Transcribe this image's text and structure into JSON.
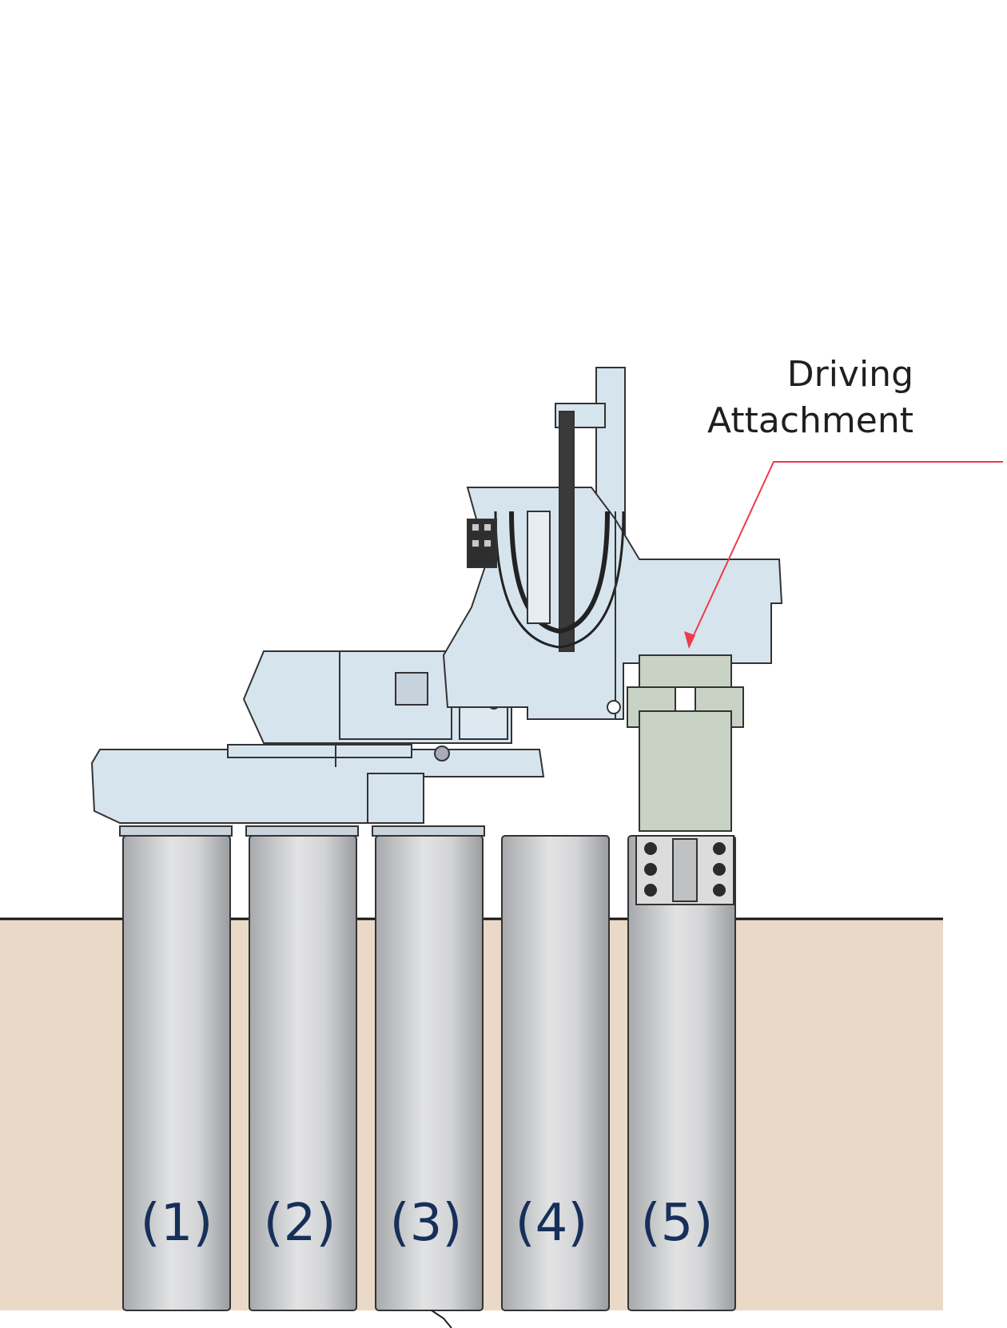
{
  "annotation": {
    "line1": "Driving",
    "line2": "Attachment"
  },
  "piles": [
    {
      "label": "(1)"
    },
    {
      "label": "(2)"
    },
    {
      "label": "(3)"
    },
    {
      "label": "(4)"
    },
    {
      "label": "(5)"
    }
  ],
  "colors": {
    "ground": "#ead9c7",
    "machine": "#d6e4ee",
    "attachment": "#c9d3c5",
    "pile": "#c4c6c8",
    "leader_line": "#ee3a4a",
    "outline": "#222222"
  }
}
